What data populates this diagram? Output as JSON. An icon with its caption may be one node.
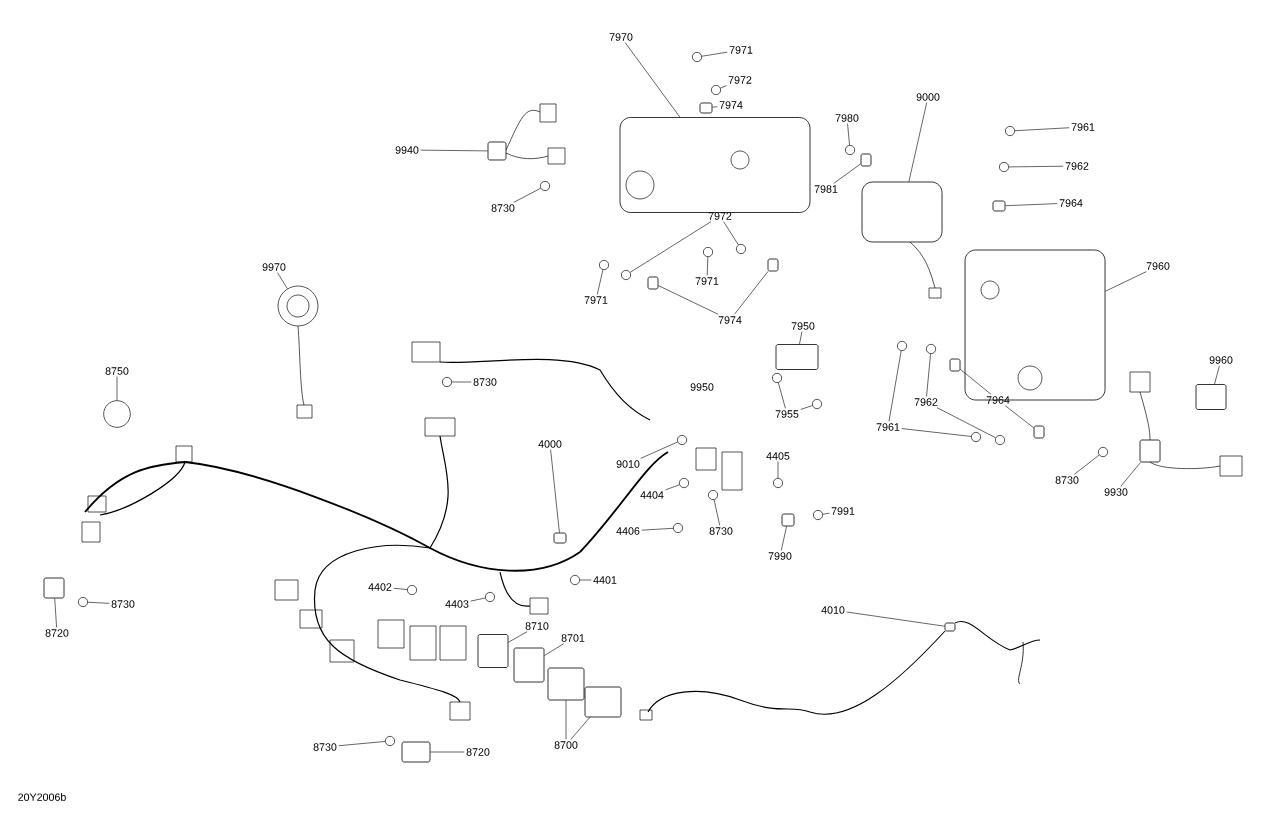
{
  "diagram": {
    "nodes": [
      {
        "text": [
          "7970"
        ]
      },
      {
        "text": [
          "7971"
        ]
      },
      {
        "text": [
          "7972"
        ]
      },
      {
        "text": [
          "7974"
        ]
      },
      {
        "text": [
          "9940"
        ]
      },
      {
        "text": [
          "8730"
        ]
      },
      {
        "text": [
          "9000"
        ]
      },
      {
        "text": [
          "7980"
        ]
      },
      {
        "text": [
          "7961"
        ]
      },
      {
        "text": [
          "7962"
        ]
      },
      {
        "text": [
          "7981"
        ]
      },
      {
        "text": [
          "7964"
        ]
      },
      {
        "text": [
          "7972"
        ]
      },
      {
        "text": [
          "7960"
        ]
      },
      {
        "text": [
          "9970"
        ]
      },
      {
        "text": [
          "7971"
        ]
      },
      {
        "text": [
          "7971"
        ]
      },
      {
        "text": [
          "7974"
        ]
      },
      {
        "text": [
          "7950"
        ]
      },
      {
        "text": [
          "9960"
        ]
      },
      {
        "text": [
          "8750"
        ]
      },
      {
        "text": [
          "8730"
        ]
      },
      {
        "text": [
          "7962"
        ]
      },
      {
        "text": [
          "7964"
        ]
      },
      {
        "text": [
          "7955"
        ]
      },
      {
        "text": [
          "7961"
        ]
      },
      {
        "text": [
          "4000"
        ]
      },
      {
        "text": [
          "4405"
        ]
      },
      {
        "text": [
          "9010"
        ]
      },
      {
        "text": [
          "8730"
        ]
      },
      {
        "text": [
          "9930"
        ]
      },
      {
        "text": [
          "4404"
        ]
      },
      {
        "text": [
          "7991"
        ]
      },
      {
        "text": [
          "4406"
        ]
      },
      {
        "text": [
          "8730"
        ]
      },
      {
        "text": [
          "7990"
        ]
      },
      {
        "text": [
          "4401"
        ]
      },
      {
        "text": [
          "4402"
        ]
      },
      {
        "text": [
          "8730"
        ]
      },
      {
        "text": [
          "4403"
        ]
      },
      {
        "text": [
          "4010"
        ]
      },
      {
        "text": [
          "8710"
        ]
      },
      {
        "text": [
          "8720"
        ]
      },
      {
        "text": [
          "8701"
        ]
      },
      {
        "text": [
          "8700"
        ]
      },
      {
        "text": [
          "8730"
        ]
      },
      {
        "text": [
          "8720"
        ]
      },
      {
        "text": [],
        "shape": "box"
      },
      {
        "text": [],
        "shape": "circle"
      },
      {
        "text": [],
        "shape": "circle"
      },
      {
        "text": [],
        "shape": "box"
      },
      {
        "text": [],
        "shape": "box"
      },
      {
        "text": [],
        "shape": "circle"
      },
      {
        "text": [],
        "shape": "box"
      },
      {
        "text": [],
        "shape": "circle"
      },
      {
        "text": [],
        "shape": "circle"
      },
      {
        "text": [],
        "shape": "circle"
      },
      {
        "text": [],
        "shape": "box"
      },
      {
        "text": [],
        "shape": "box"
      },
      {
        "text": [],
        "shape": "circle"
      },
      {
        "text": [],
        "shape": "circle"
      },
      {
        "text": [],
        "shape": "box"
      },
      {
        "text": [],
        "shape": "circle"
      },
      {
        "text": [],
        "shape": "circle"
      },
      {
        "text": [],
        "shape": "circle"
      },
      {
        "text": [],
        "shape": "box"
      },
      {
        "text": [],
        "shape": "box"
      },
      {
        "text": [],
        "shape": "box"
      },
      {
        "text": [],
        "shape": "box"
      },
      {
        "text": [],
        "shape": "circle"
      },
      {
        "text": [],
        "shape": "circle"
      },
      {
        "text": [],
        "shape": "circle"
      },
      {
        "text": [],
        "shape": "circle"
      },
      {
        "text": [],
        "shape": "box"
      },
      {
        "text": [],
        "shape": "box"
      },
      {
        "text": [],
        "shape": "circle"
      },
      {
        "text": [],
        "shape": "circle"
      },
      {
        "text": [],
        "shape": "circle"
      },
      {
        "text": [],
        "shape": "circle"
      },
      {
        "text": [],
        "shape": "box"
      },
      {
        "text": [],
        "shape": "circle"
      },
      {
        "text": [],
        "shape": "circle"
      },
      {
        "text": [],
        "shape": "circle"
      },
      {
        "text": [],
        "shape": "box"
      },
      {
        "text": [],
        "shape": "circle"
      },
      {
        "text": [],
        "shape": "circle"
      },
      {
        "text": [],
        "shape": "circle"
      },
      {
        "text": [],
        "shape": "circle"
      },
      {
        "text": [],
        "shape": "box"
      },
      {
        "text": [],
        "shape": "circle"
      },
      {
        "text": [],
        "shape": "circle"
      },
      {
        "text": [],
        "shape": "circle"
      },
      {
        "text": [],
        "shape": "circle"
      },
      {
        "text": [],
        "shape": "box"
      },
      {
        "text": [],
        "shape": "box"
      },
      {
        "text": [],
        "shape": "box"
      },
      {
        "text": [],
        "shape": "box"
      },
      {
        "text": [],
        "shape": "box"
      },
      {
        "text": [],
        "shape": "box"
      },
      {
        "text": [],
        "shape": "circle"
      },
      {
        "text": [],
        "shape": "box"
      }
    ],
    "edges": [
      {
        "from": 0,
        "to": 47,
        "arrow": "none"
      },
      {
        "from": 1,
        "to": 48,
        "arrow": "none"
      },
      {
        "from": 2,
        "to": 49,
        "arrow": "none"
      },
      {
        "from": 3,
        "to": 50,
        "arrow": "none"
      },
      {
        "from": 4,
        "to": 51,
        "arrow": "none"
      },
      {
        "from": 5,
        "to": 52,
        "arrow": "none"
      },
      {
        "from": 6,
        "to": 53,
        "arrow": "none"
      },
      {
        "from": 7,
        "to": 54,
        "arrow": "none"
      },
      {
        "from": 8,
        "to": 55,
        "arrow": "none"
      },
      {
        "from": 9,
        "to": 56,
        "arrow": "none"
      },
      {
        "from": 10,
        "to": 57,
        "arrow": "none"
      },
      {
        "from": 11,
        "to": 58,
        "arrow": "none"
      },
      {
        "from": 12,
        "to": 59,
        "arrow": "none"
      },
      {
        "from": 12,
        "to": 60,
        "arrow": "none"
      },
      {
        "from": 13,
        "to": 61,
        "arrow": "none"
      },
      {
        "from": 14,
        "to": 62,
        "arrow": "none"
      },
      {
        "from": 15,
        "to": 63,
        "arrow": "none"
      },
      {
        "from": 16,
        "to": 64,
        "arrow": "none"
      },
      {
        "from": 17,
        "to": 65,
        "arrow": "none"
      },
      {
        "from": 17,
        "to": 66,
        "arrow": "none"
      },
      {
        "from": 18,
        "to": 67,
        "arrow": "none"
      },
      {
        "from": 19,
        "to": 68,
        "arrow": "none"
      },
      {
        "from": 20,
        "to": 69,
        "arrow": "none"
      },
      {
        "from": 21,
        "to": 70,
        "arrow": "none"
      },
      {
        "from": 22,
        "to": 71,
        "arrow": "none"
      },
      {
        "from": 22,
        "to": 72,
        "arrow": "none"
      },
      {
        "from": 23,
        "to": 73,
        "arrow": "none"
      },
      {
        "from": 23,
        "to": 74,
        "arrow": "none"
      },
      {
        "from": 24,
        "to": 75,
        "arrow": "none"
      },
      {
        "from": 24,
        "to": 76,
        "arrow": "none"
      },
      {
        "from": 25,
        "to": 77,
        "arrow": "none"
      },
      {
        "from": 25,
        "to": 78,
        "arrow": "none"
      },
      {
        "from": 26,
        "to": 79,
        "arrow": "none"
      },
      {
        "from": 27,
        "to": 80,
        "arrow": "none"
      },
      {
        "from": 28,
        "to": 81,
        "arrow": "none"
      },
      {
        "from": 29,
        "to": 82,
        "arrow": "none"
      },
      {
        "from": 30,
        "to": 83,
        "arrow": "none"
      },
      {
        "from": 31,
        "to": 84,
        "arrow": "none"
      },
      {
        "from": 32,
        "to": 85,
        "arrow": "none"
      },
      {
        "from": 33,
        "to": 86,
        "arrow": "none"
      },
      {
        "from": 34,
        "to": 87,
        "arrow": "none"
      },
      {
        "from": 35,
        "to": 88,
        "arrow": "none"
      },
      {
        "from": 36,
        "to": 89,
        "arrow": "none"
      },
      {
        "from": 37,
        "to": 90,
        "arrow": "none"
      },
      {
        "from": 38,
        "to": 91,
        "arrow": "none"
      },
      {
        "from": 39,
        "to": 92,
        "arrow": "none"
      },
      {
        "from": 40,
        "to": 93,
        "arrow": "none"
      },
      {
        "from": 41,
        "to": 94,
        "arrow": "none"
      },
      {
        "from": 42,
        "to": 95,
        "arrow": "none"
      },
      {
        "from": 43,
        "to": 96,
        "arrow": "none"
      },
      {
        "from": 44,
        "to": 97,
        "arrow": "none"
      },
      {
        "from": 44,
        "to": 98,
        "arrow": "none"
      },
      {
        "from": 45,
        "to": 99,
        "arrow": "none"
      },
      {
        "from": 46,
        "to": 100,
        "arrow": "none"
      }
    ],
    "labels": [
      "9950",
      "20Y2006b"
    ]
  }
}
